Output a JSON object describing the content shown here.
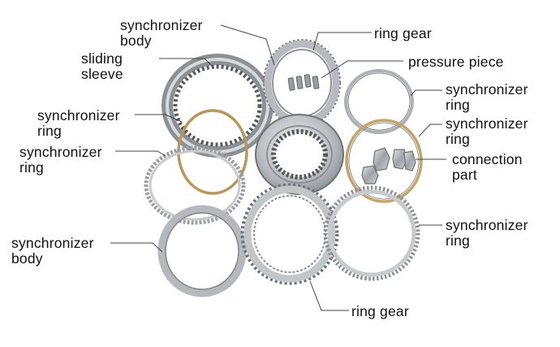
{
  "labels": {
    "sync_body_top": "synchronizer\nbody",
    "ring_gear_top": "ring gear",
    "sliding_sleeve": "sliding\nsleeve",
    "pressure_piece": "pressure piece",
    "sync_ring_r1": "synchronizer\nring",
    "sync_ring_l1": "synchronizer\nring",
    "sync_ring_r2": "synchronizer\nring",
    "sync_ring_l2": "synchronizer\nring",
    "connection_part": "connection\npart",
    "sync_ring_r3": "synchronizer\nring",
    "sync_body_bottom": "synchronizer\nbody",
    "ring_gear_bottom": "ring gear"
  },
  "colors": {
    "steel_light": "#d4d6d8",
    "steel_mid": "#a9adb1",
    "steel_dark": "#6e7378",
    "brass": "#b9975b",
    "leader_line": "#444444"
  }
}
